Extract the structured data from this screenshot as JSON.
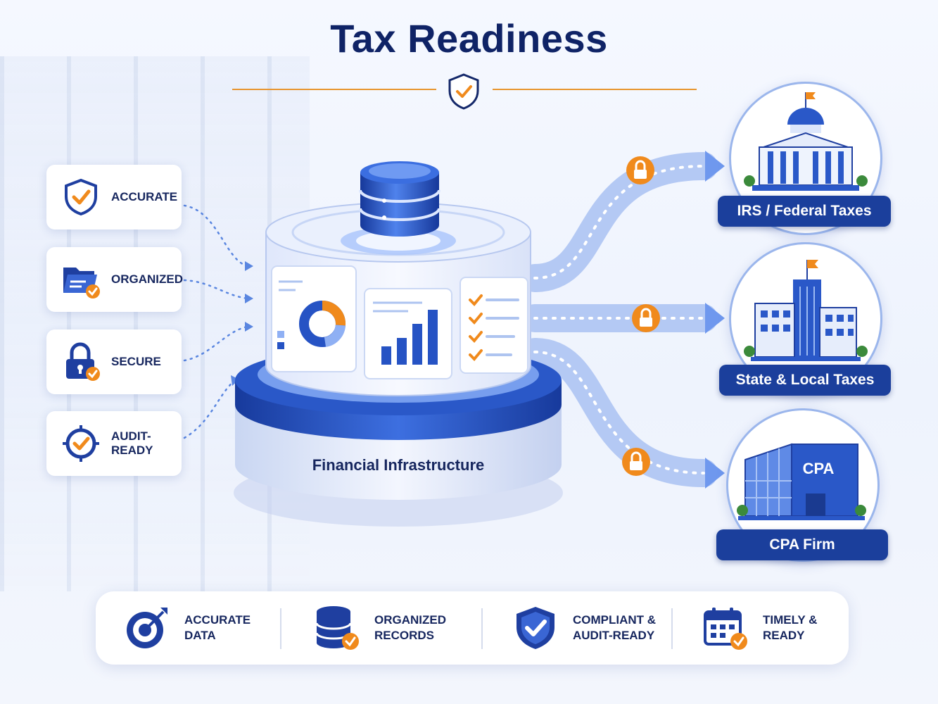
{
  "title": "Tax Readiness",
  "colors": {
    "navy": "#0f2366",
    "blue": "#2355c9",
    "accent_orange": "#f08a1c",
    "label_bg": "#1b3f9c"
  },
  "features": [
    {
      "label": "ACCURATE",
      "icon": "shield-check-icon"
    },
    {
      "label": "ORGANIZED",
      "icon": "folder-check-icon"
    },
    {
      "label": "SECURE",
      "icon": "padlock-check-icon"
    },
    {
      "label": "AUDIT-READY",
      "icon": "target-check-icon"
    }
  ],
  "hub": {
    "label": "Financial Infrastructure"
  },
  "destinations": [
    {
      "label": "IRS / Federal Taxes",
      "icon": "capitol-building-icon"
    },
    {
      "label": "State & Local Taxes",
      "icon": "office-building-icon"
    },
    {
      "label": "CPA Firm",
      "icon": "cpa-building-icon",
      "sign": "CPA"
    }
  ],
  "benefits": [
    {
      "line1": "ACCURATE",
      "line2": "DATA",
      "icon": "target-arrow-icon"
    },
    {
      "line1": "ORGANIZED",
      "line2": "RECORDS",
      "icon": "database-check-icon"
    },
    {
      "line1": "COMPLIANT &",
      "line2": "AUDIT-READY",
      "icon": "shield-check-icon"
    },
    {
      "line1": "TIMELY &",
      "line2": "READY",
      "icon": "calendar-check-icon"
    }
  ]
}
